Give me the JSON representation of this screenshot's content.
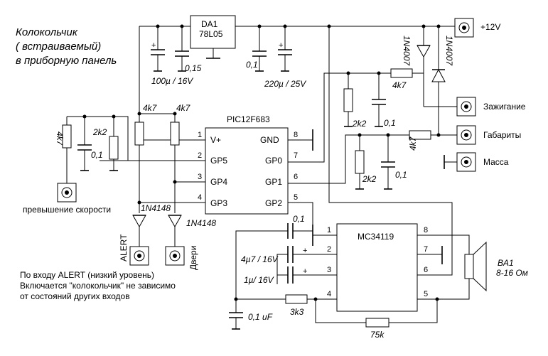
{
  "title_lines": [
    "Колокольчик",
    "( встраиваемый)",
    "в приборную панель"
  ],
  "note_lines": [
    "По входу ALERT (низкий уровень)",
    "Включается \"колокольчик\" не зависимо",
    "от состояний других входов"
  ],
  "regulator": {
    "ref": "DA1",
    "part": "78L05"
  },
  "mcu": {
    "part": "PIC12F683",
    "pins_left": [
      {
        "num": "1",
        "name": "V+"
      },
      {
        "num": "2",
        "name": "GP5"
      },
      {
        "num": "3",
        "name": "GP4"
      },
      {
        "num": "4",
        "name": "GP3"
      }
    ],
    "pins_right": [
      {
        "num": "8",
        "name": "GND"
      },
      {
        "num": "7",
        "name": "GP0"
      },
      {
        "num": "6",
        "name": "GP1"
      },
      {
        "num": "5",
        "name": "GP2"
      }
    ]
  },
  "driver": {
    "part": "MC34119",
    "pins_left": [
      "1",
      "2",
      "3",
      "4"
    ],
    "pins_right": [
      "8",
      "7",
      "6",
      "5"
    ]
  },
  "terminals": {
    "plus12": "+12V",
    "ignition": "Зажигание",
    "parking": "Габариты",
    "ground": "Масса",
    "speed": "превышение скорости",
    "alert": "ALERT",
    "doors": "Двери"
  },
  "speaker": {
    "ref": "BA1",
    "impedance": "8-16 Ом"
  },
  "components": {
    "c_in": "100µ / 16V",
    "c_in2": "0,15",
    "c_out": "0,1",
    "c_out2": "220µ / 25V",
    "r_ign": "4k7",
    "r_ign_pd": "2k2",
    "c_ign": "0,1",
    "r_park": "4k7",
    "r_park_pd": "2k2",
    "c_park": "0,1",
    "d1": "1N4007",
    "d2": "1N4007",
    "r_pu1": "4k7",
    "r_pu2": "4k7",
    "r_speed": "4k7",
    "r_speed_pd": "2k2",
    "c_speed": "0,1",
    "d_alert": "1N4148",
    "d_doors": "1N4148",
    "c_couple": "0,1",
    "c_p2": "4µ7 / 16V",
    "c_p3": "1µ/ 16V",
    "c_p4": "0,1 uF",
    "r_p4": "3k3",
    "r_fb": "75k"
  }
}
